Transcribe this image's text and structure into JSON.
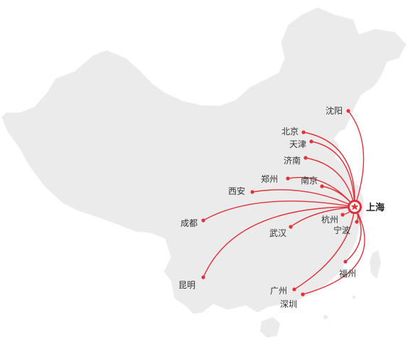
{
  "map": {
    "land_color": "#ebebeb",
    "route_color": "#e0303a",
    "hub": {
      "name": "上海",
      "icon": "star-icon"
    },
    "cities": [
      {
        "id": "shenyang",
        "name": "沈阳"
      },
      {
        "id": "beijing",
        "name": "北京"
      },
      {
        "id": "tianjin",
        "name": "天津"
      },
      {
        "id": "jinan",
        "name": "济南"
      },
      {
        "id": "zhengzhou",
        "name": "郑州"
      },
      {
        "id": "nanjing",
        "name": "南京"
      },
      {
        "id": "xian",
        "name": "西安"
      },
      {
        "id": "chengdu",
        "name": "成都"
      },
      {
        "id": "hangzhou",
        "name": "杭州"
      },
      {
        "id": "ningbo",
        "name": "宁波"
      },
      {
        "id": "wuhan",
        "name": "武汉"
      },
      {
        "id": "kunming",
        "name": "昆明"
      },
      {
        "id": "fuzhou",
        "name": "福州"
      },
      {
        "id": "guangzhou",
        "name": "广州"
      },
      {
        "id": "shenzhen",
        "name": "深圳"
      }
    ]
  }
}
